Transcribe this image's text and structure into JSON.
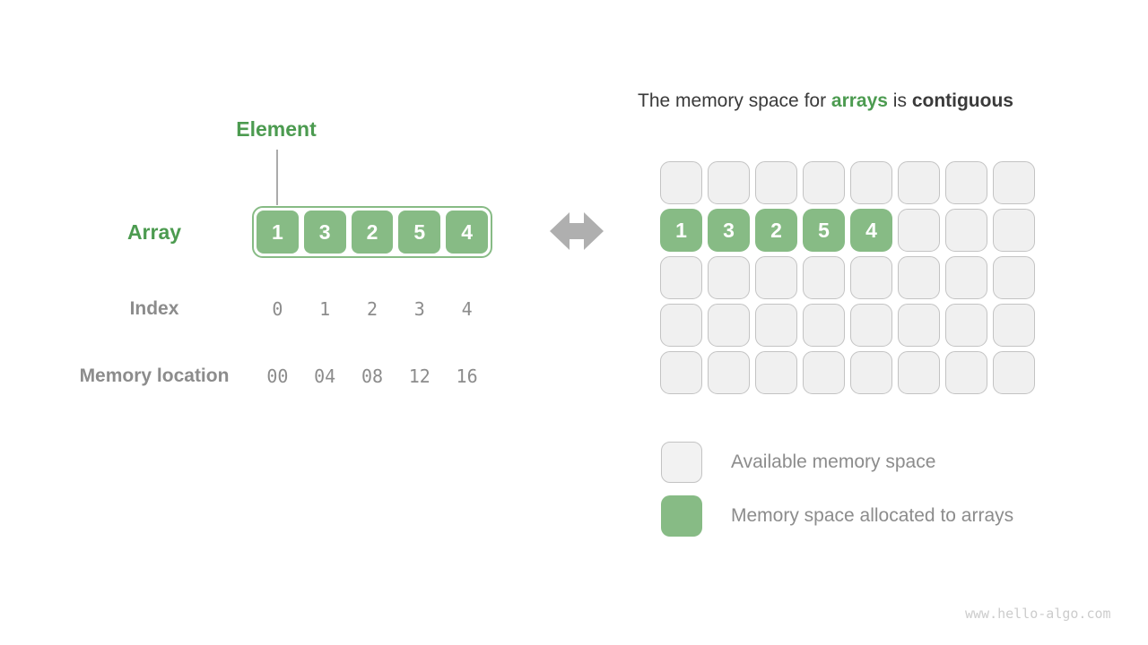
{
  "colors": {
    "green_fill": "#87BB85",
    "green_text": "#4C9B50",
    "gray_text": "#8C8C8C",
    "dark_text": "#3A3A3A",
    "cell_fill": "#F0F0F0",
    "cell_border": "#C3C3C3",
    "arrow_gray": "#AFAFAF",
    "line_gray": "#ABABAB",
    "watermark_gray": "#CCCCCC"
  },
  "left_panel": {
    "element_label": "Element",
    "array_label": "Array",
    "index_label": "Index",
    "memory_location_label": "Memory location",
    "array_values": [
      "1",
      "3",
      "2",
      "5",
      "4"
    ],
    "index_values": [
      "0",
      "1",
      "2",
      "3",
      "4"
    ],
    "memory_location_values": [
      "00",
      "04",
      "08",
      "12",
      "16"
    ]
  },
  "title": {
    "prefix": "The memory space for ",
    "highlight": "arrays",
    "middle": " is ",
    "emphasis": "contiguous"
  },
  "memory_grid": {
    "rows": 5,
    "cols": 8,
    "allocated_row": 1,
    "allocated_values": [
      "1",
      "3",
      "2",
      "5",
      "4"
    ]
  },
  "legend": {
    "available_label": "Available memory space",
    "allocated_label": "Memory space allocated to arrays"
  },
  "watermark": "www.hello-algo.com"
}
